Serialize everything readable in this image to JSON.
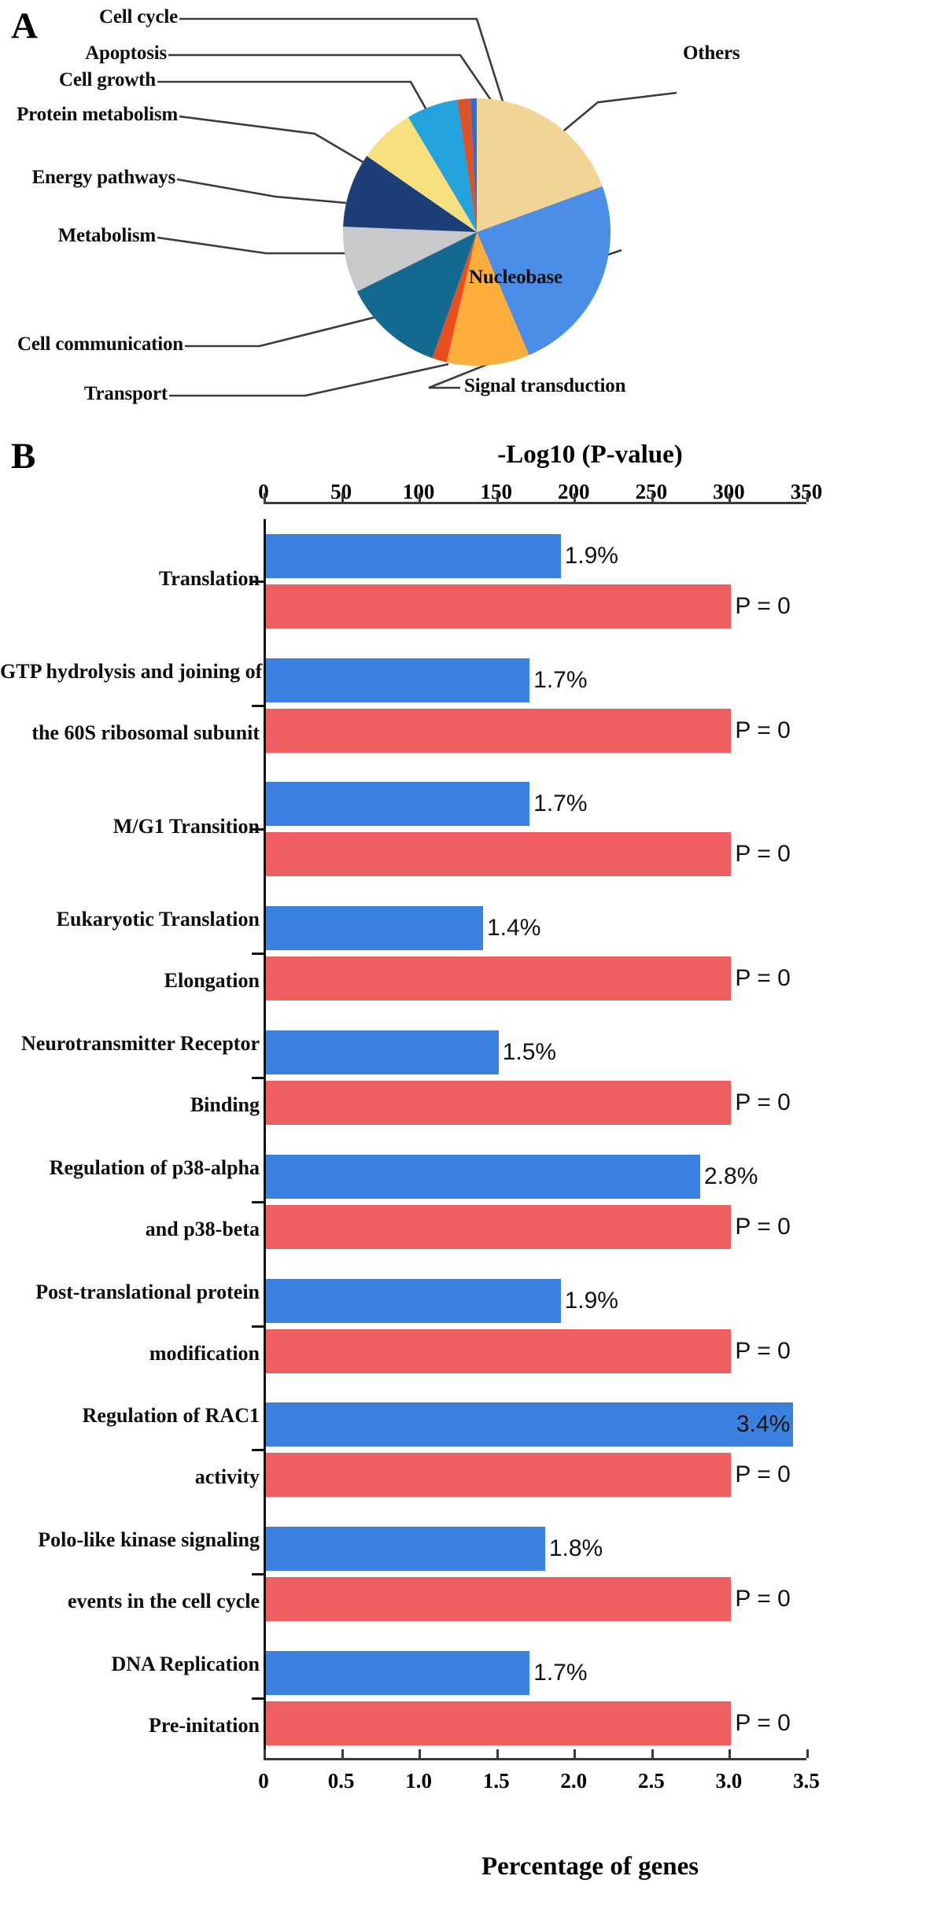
{
  "figure": {
    "panel_a_letter": "A",
    "panel_b_letter": "B"
  },
  "chart_data": [
    {
      "type": "pie",
      "panel": "A",
      "title": "",
      "legend_position": "leader-lines",
      "labels": [
        "Others",
        "Nucleobase",
        "Signal transduction",
        "Transport",
        "Cell communication",
        "Metabolism",
        "Energy pathways",
        "Protein metabolism",
        "Cell growth",
        "Apoptosis",
        "Cell cycle"
      ],
      "values": [
        30.5,
        13.0,
        10.0,
        1.8,
        12.2,
        8.0,
        9.0,
        6.8,
        6.2,
        1.6,
        0.9
      ],
      "colors": [
        "#f2d494",
        "#4a8ee8",
        "#fbae3c",
        "#ea4e1b",
        "#13698f",
        "#c7c9cb",
        "#1c3f78",
        "#f8e07e",
        "#22a3dd",
        "#d9542a",
        "#2f6fd0"
      ]
    },
    {
      "type": "bar",
      "panel": "B",
      "orientation": "horizontal",
      "title": "",
      "top_axis_label": "-Log10  (P-value)",
      "bottom_axis_label": "Percentage of genes",
      "top_ticks": [
        "0",
        "50",
        "100",
        "150",
        "200",
        "250",
        "300",
        "350"
      ],
      "bottom_ticks": [
        "0",
        "0.5",
        "1.0",
        "1.5",
        "2.0",
        "2.5",
        "3.0",
        "3.5"
      ],
      "top_xlim": [
        0,
        350
      ],
      "bottom_xlim": [
        0,
        3.5
      ],
      "grid": false,
      "series": [
        {
          "name": "Percentage of genes",
          "color": "#3b82e0",
          "axis": "bottom",
          "values": [
            1.9,
            1.7,
            1.7,
            1.4,
            1.5,
            2.8,
            1.9,
            3.4,
            1.8,
            1.7
          ]
        },
        {
          "name": "-Log10 (P-value)",
          "color": "#ef5f5f",
          "axis": "top",
          "values": [
            300,
            300,
            300,
            300,
            300,
            300,
            300,
            300,
            300,
            300
          ]
        }
      ],
      "categories": [
        {
          "lines": [
            "Translation"
          ]
        },
        {
          "lines": [
            "GTP hydrolysis and joining of",
            "the 60S ribosomal subunit"
          ]
        },
        {
          "lines": [
            "M/G1 Transition"
          ]
        },
        {
          "lines": [
            "Eukaryotic Translation",
            "Elongation"
          ]
        },
        {
          "lines": [
            "Neurotransmitter Receptor",
            "Binding"
          ]
        },
        {
          "lines": [
            "Regulation of p38-alpha",
            "and p38-beta"
          ]
        },
        {
          "lines": [
            "Post-translational protein",
            "modification"
          ]
        },
        {
          "lines": [
            "Regulation of RAC1",
            "activity"
          ]
        },
        {
          "lines": [
            "Polo-like kinase signaling",
            "events in the cell cycle"
          ]
        },
        {
          "lines": [
            "DNA Replication",
            "Pre-initation"
          ]
        }
      ],
      "blue_value_labels": [
        "1.9%",
        "1.7%",
        "1.7%",
        "1.4%",
        "1.5%",
        "2.8%",
        "1.9%",
        "3.4%",
        "1.8%",
        "1.7%"
      ],
      "red_value_labels": [
        "P = 0",
        "P = 0",
        "P = 0",
        "P = 0",
        "P = 0",
        "P = 0",
        "P = 0",
        "P = 0",
        "P = 0",
        "P = 0"
      ]
    }
  ]
}
